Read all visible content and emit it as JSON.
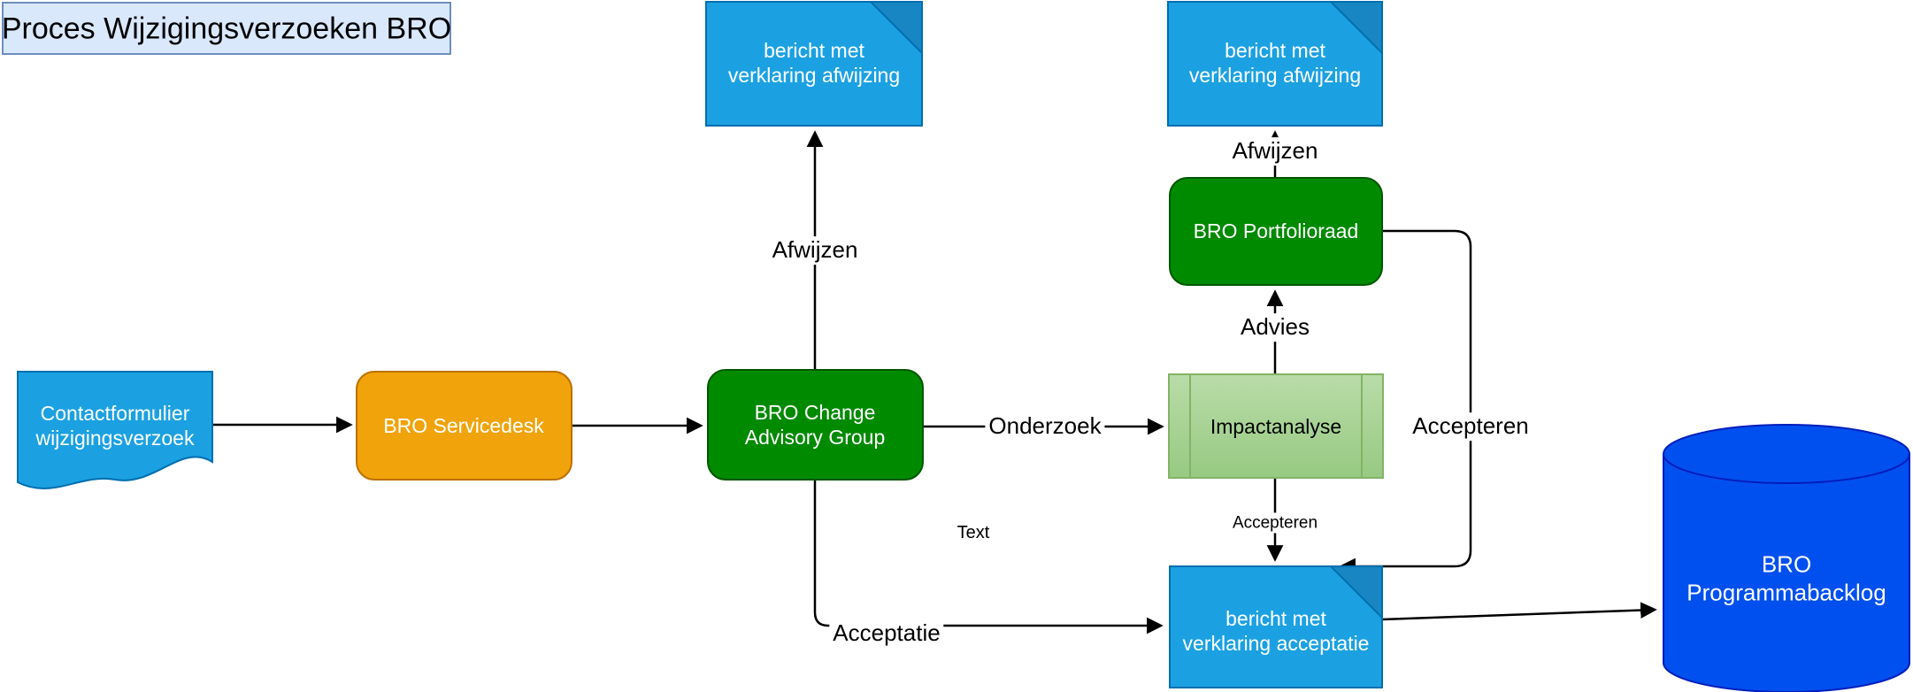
{
  "title": "Proces Wijzigingsverzoeken BRO",
  "nodes": {
    "contactformulier": {
      "label": "Contactformulier\nwijzigingsverzoek",
      "shape": "document"
    },
    "servicedesk": {
      "label": "BRO Servicedesk",
      "shape": "rounded-rect"
    },
    "change_advisory_group": {
      "label": "BRO Change\nAdvisory Group",
      "shape": "rounded-rect"
    },
    "bericht_afwijzing_links": {
      "label": "bericht met\nverklaring afwijzing",
      "shape": "note"
    },
    "bericht_afwijzing_rechts": {
      "label": "bericht met\nverklaring afwijzing",
      "shape": "note"
    },
    "portfolioraad": {
      "label": "BRO Portfolioraad",
      "shape": "rounded-rect"
    },
    "impactanalyse": {
      "label": "Impactanalyse",
      "shape": "subprocess"
    },
    "bericht_acceptatie": {
      "label": "bericht met\nverklaring acceptatie",
      "shape": "note"
    },
    "programmabacklog": {
      "label": "BRO\nProgrammabacklog",
      "shape": "cylinder"
    }
  },
  "edge_labels": {
    "afwijzen_links": "Afwijzen",
    "afwijzen_rechts": "Afwijzen",
    "advies": "Advies",
    "onderzoek": "Onderzoek",
    "accepteren_klein": "Accepteren",
    "accepteren_groot": "Accepteren",
    "acceptatie": "Acceptatie",
    "stray_text": "Text"
  },
  "colors": {
    "title_fill": "#DAE8FC",
    "title_stroke": "#6C8EBF",
    "note_fill": "#1BA1E2",
    "note_fold": "#1786C2",
    "note_stroke": "#006EAF",
    "orange_fill": "#F0A30A",
    "orange_stroke": "#BD7000",
    "green_fill": "#008A00",
    "green_stroke": "#005700",
    "lightgreen_top": "#B9DCA8",
    "lightgreen_bottom": "#97CA82",
    "lightgreen_stroke": "#82B366",
    "cylinder_fill": "#0050EF",
    "cylinder_stroke": "#001DBC",
    "edge_color": "#000000",
    "text_on_dark": "#FFFFFF",
    "text_on_light": "#000000"
  }
}
